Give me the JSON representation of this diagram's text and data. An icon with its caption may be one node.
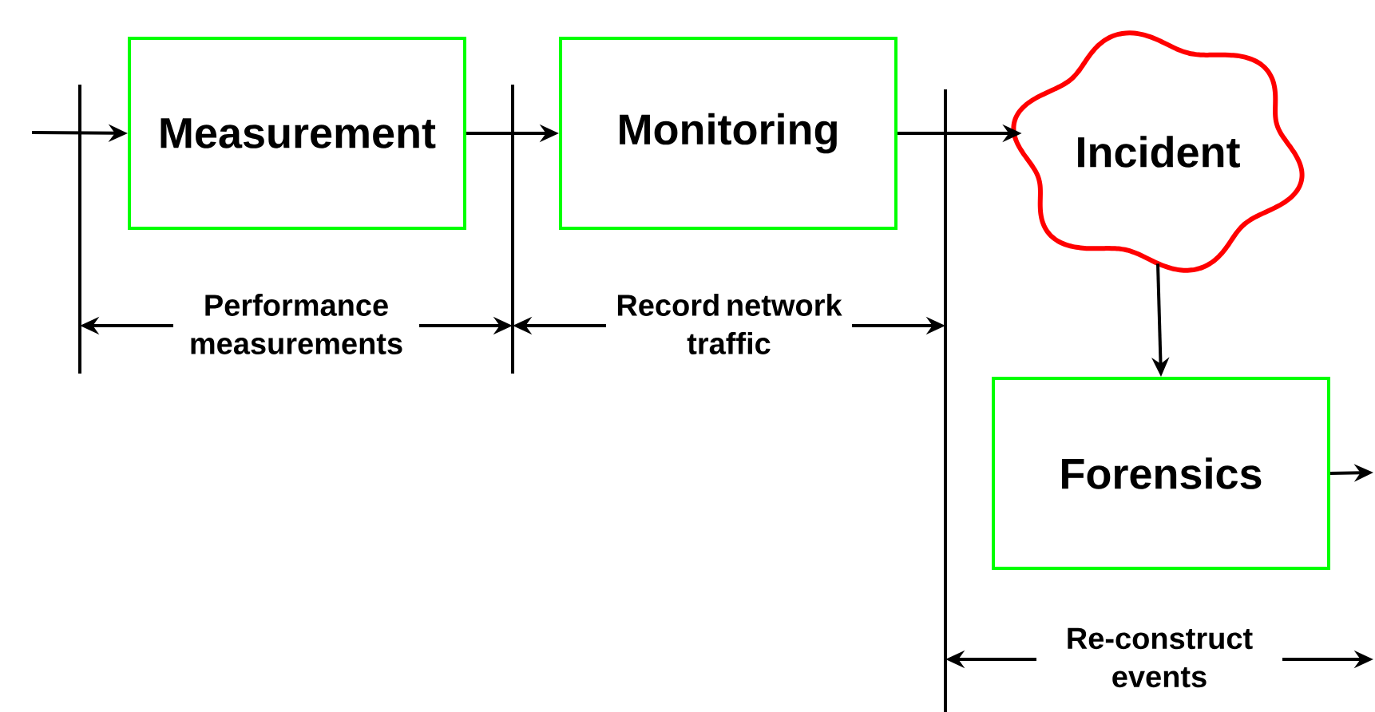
{
  "diagram": {
    "nodes": [
      {
        "text": [
          "Measurement"
        ]
      },
      {
        "text": [
          "Monitoring"
        ]
      },
      {
        "text": [
          "Incident"
        ]
      },
      {
        "text": [
          "Forensics"
        ]
      }
    ],
    "edges": [
      {
        "from": null,
        "to": 0,
        "arrow": "to"
      },
      {
        "from": 0,
        "to": 1,
        "arrow": "to"
      },
      {
        "from": 1,
        "to": 2,
        "arrow": "to"
      },
      {
        "from": 2,
        "to": 3,
        "arrow": "to"
      },
      {
        "from": 3,
        "to": null,
        "arrow": "to"
      }
    ],
    "labels": [
      "Performance measurements",
      "Record network traffic",
      "Re-construct events"
    ]
  }
}
